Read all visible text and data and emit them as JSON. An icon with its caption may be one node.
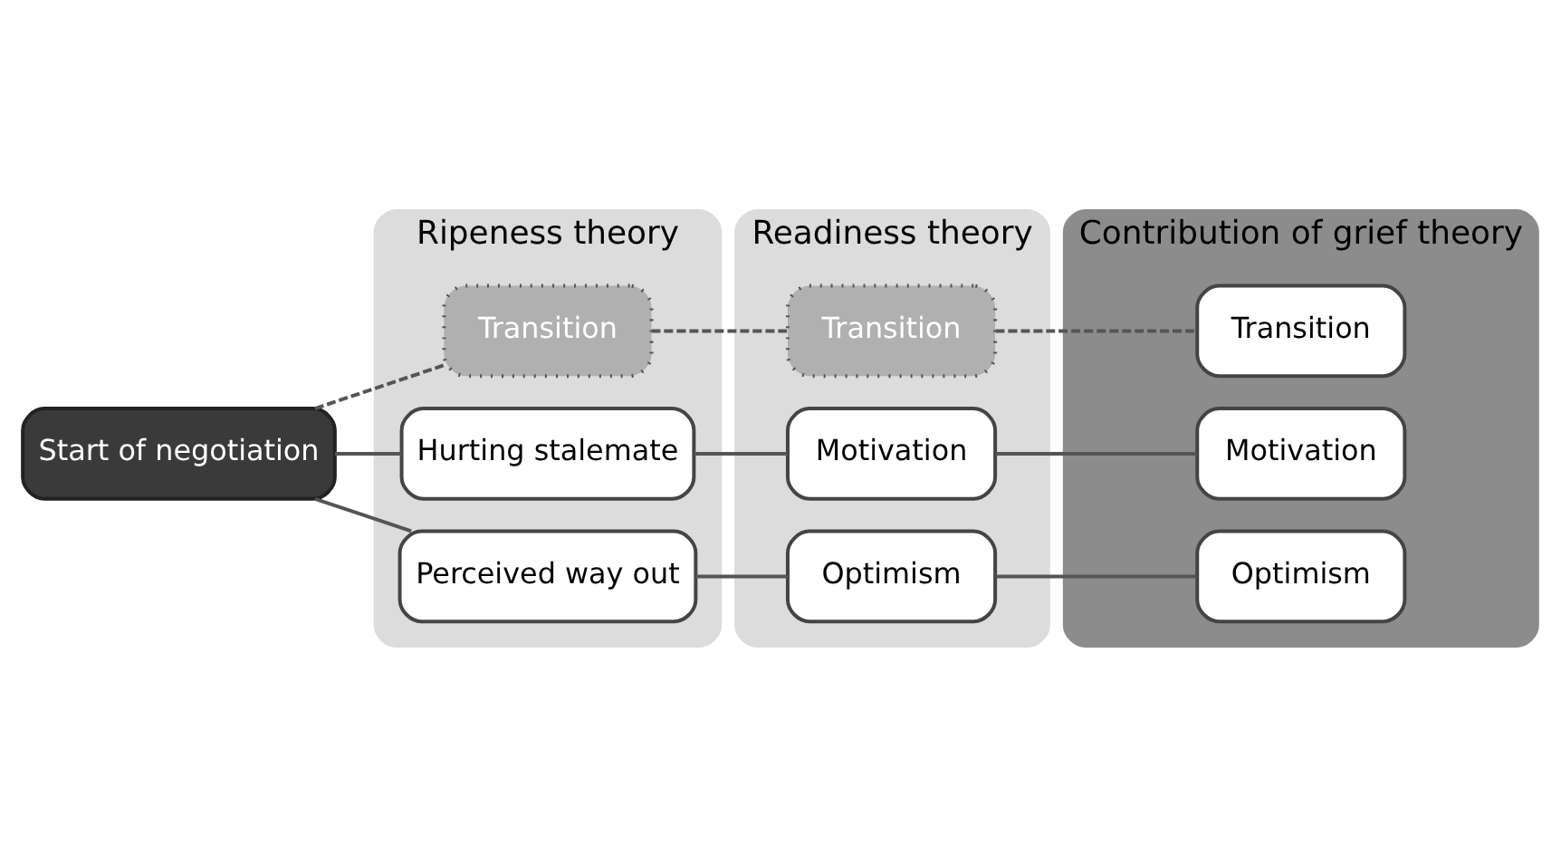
{
  "diagram": {
    "nodes": [
      {
        "text": [
          "Start of negotiation"
        ]
      },
      {
        "text": [
          "Ripeness theory"
        ]
      },
      {
        "text": [
          "Transition"
        ],
        "in": 1
      },
      {
        "text": [
          "Hurting stalemate"
        ],
        "in": 1
      },
      {
        "text": [
          "Perceived way out"
        ],
        "in": 1
      },
      {
        "text": [
          "Readiness theory"
        ]
      },
      {
        "text": [
          "Transition"
        ],
        "in": 5
      },
      {
        "text": [
          "Motivation"
        ],
        "in": 5
      },
      {
        "text": [
          "Optimism"
        ],
        "in": 5
      },
      {
        "text": [
          "Contribution of grief theory"
        ]
      },
      {
        "text": [
          "Transition"
        ],
        "in": 9
      },
      {
        "text": [
          "Motivation"
        ],
        "in": 9
      },
      {
        "text": [
          "Optimism"
        ],
        "in": 9
      }
    ],
    "edges": [
      {
        "from": 0,
        "to": 2,
        "arrow": "none",
        "style": "dashed"
      },
      {
        "from": 0,
        "to": 3,
        "arrow": "none"
      },
      {
        "from": 0,
        "to": 4,
        "arrow": "none"
      },
      {
        "from": 2,
        "to": 6,
        "arrow": "none",
        "style": "dashed"
      },
      {
        "from": 6,
        "to": 10,
        "arrow": "none",
        "style": "dashed"
      },
      {
        "from": 3,
        "to": 7,
        "arrow": "none"
      },
      {
        "from": 7,
        "to": 11,
        "arrow": "none"
      },
      {
        "from": 4,
        "to": 8,
        "arrow": "none"
      },
      {
        "from": 8,
        "to": 12,
        "arrow": "none"
      }
    ]
  }
}
